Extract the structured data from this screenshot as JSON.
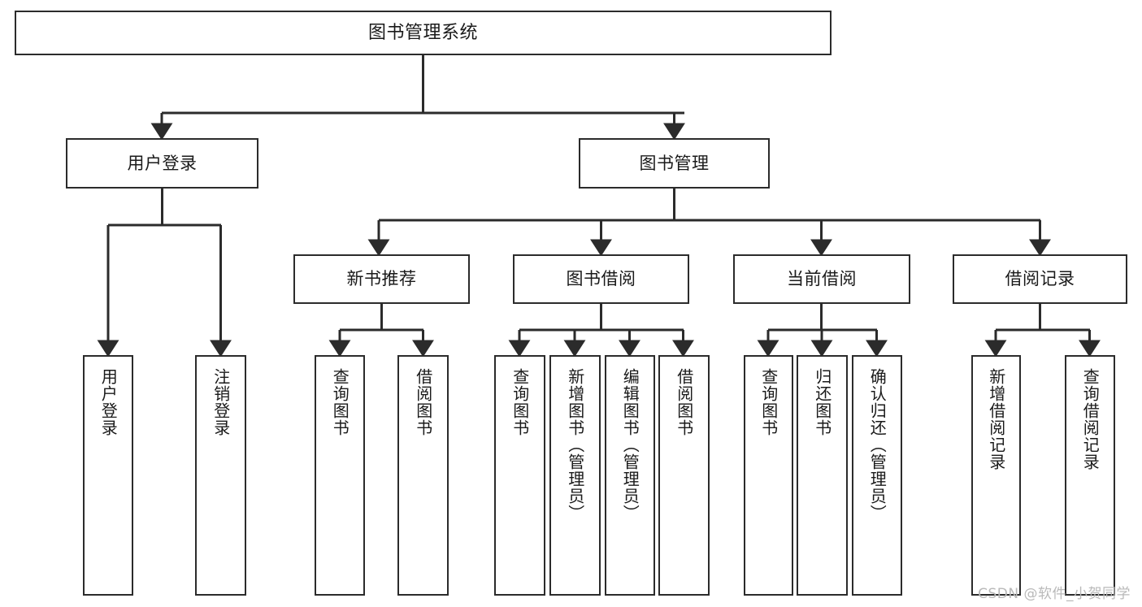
{
  "diagram": {
    "title": "图书管理系统",
    "watermark": "CSDN @软件_小贺同学",
    "colors": {
      "stroke": "#2b2b2b",
      "fill": "#ffffff",
      "text": "#1a1a1a",
      "watermark": "#b9b9b9"
    },
    "root": {
      "id": "root",
      "label": "图书管理系统",
      "orientation": "horizontal"
    },
    "level1": [
      {
        "id": "user-login",
        "label": "用户登录",
        "orientation": "horizontal"
      },
      {
        "id": "book-management",
        "label": "图书管理",
        "orientation": "horizontal"
      }
    ],
    "level2": [
      {
        "id": "new-book-recommend",
        "label": "新书推荐",
        "orientation": "horizontal",
        "parent": "book-management"
      },
      {
        "id": "book-borrow",
        "label": "图书借阅",
        "orientation": "horizontal",
        "parent": "book-management"
      },
      {
        "id": "current-borrow",
        "label": "当前借阅",
        "orientation": "horizontal",
        "parent": "book-management"
      },
      {
        "id": "borrow-record",
        "label": "借阅记录",
        "orientation": "horizontal",
        "parent": "book-management"
      }
    ],
    "leaves": [
      {
        "id": "leaf-user-login",
        "label": "用户登录",
        "orientation": "vertical",
        "parent": "user-login"
      },
      {
        "id": "leaf-user-logout",
        "label": "注销登录",
        "orientation": "vertical",
        "parent": "user-login"
      },
      {
        "id": "leaf-query-book-1",
        "label": "查询图书",
        "orientation": "vertical",
        "parent": "new-book-recommend"
      },
      {
        "id": "leaf-borrow-book-1",
        "label": "借阅图书",
        "orientation": "vertical",
        "parent": "new-book-recommend"
      },
      {
        "id": "leaf-query-book-2",
        "label": "查询图书",
        "orientation": "vertical",
        "parent": "book-borrow"
      },
      {
        "id": "leaf-add-book",
        "label": "新增图书（管理员）",
        "orientation": "vertical",
        "parent": "book-borrow"
      },
      {
        "id": "leaf-edit-book",
        "label": "编辑图书（管理员）",
        "orientation": "vertical",
        "parent": "book-borrow"
      },
      {
        "id": "leaf-borrow-book-2",
        "label": "借阅图书",
        "orientation": "vertical",
        "parent": "book-borrow"
      },
      {
        "id": "leaf-query-book-3",
        "label": "查询图书",
        "orientation": "vertical",
        "parent": "current-borrow"
      },
      {
        "id": "leaf-return-book",
        "label": "归还图书",
        "orientation": "vertical",
        "parent": "current-borrow"
      },
      {
        "id": "leaf-confirm-return",
        "label": "确认归还（管理员）",
        "orientation": "vertical",
        "parent": "current-borrow"
      },
      {
        "id": "leaf-add-record",
        "label": "新增借阅记录",
        "orientation": "vertical",
        "parent": "borrow-record"
      },
      {
        "id": "leaf-query-record",
        "label": "查询借阅记录",
        "orientation": "vertical",
        "parent": "borrow-record"
      }
    ]
  }
}
